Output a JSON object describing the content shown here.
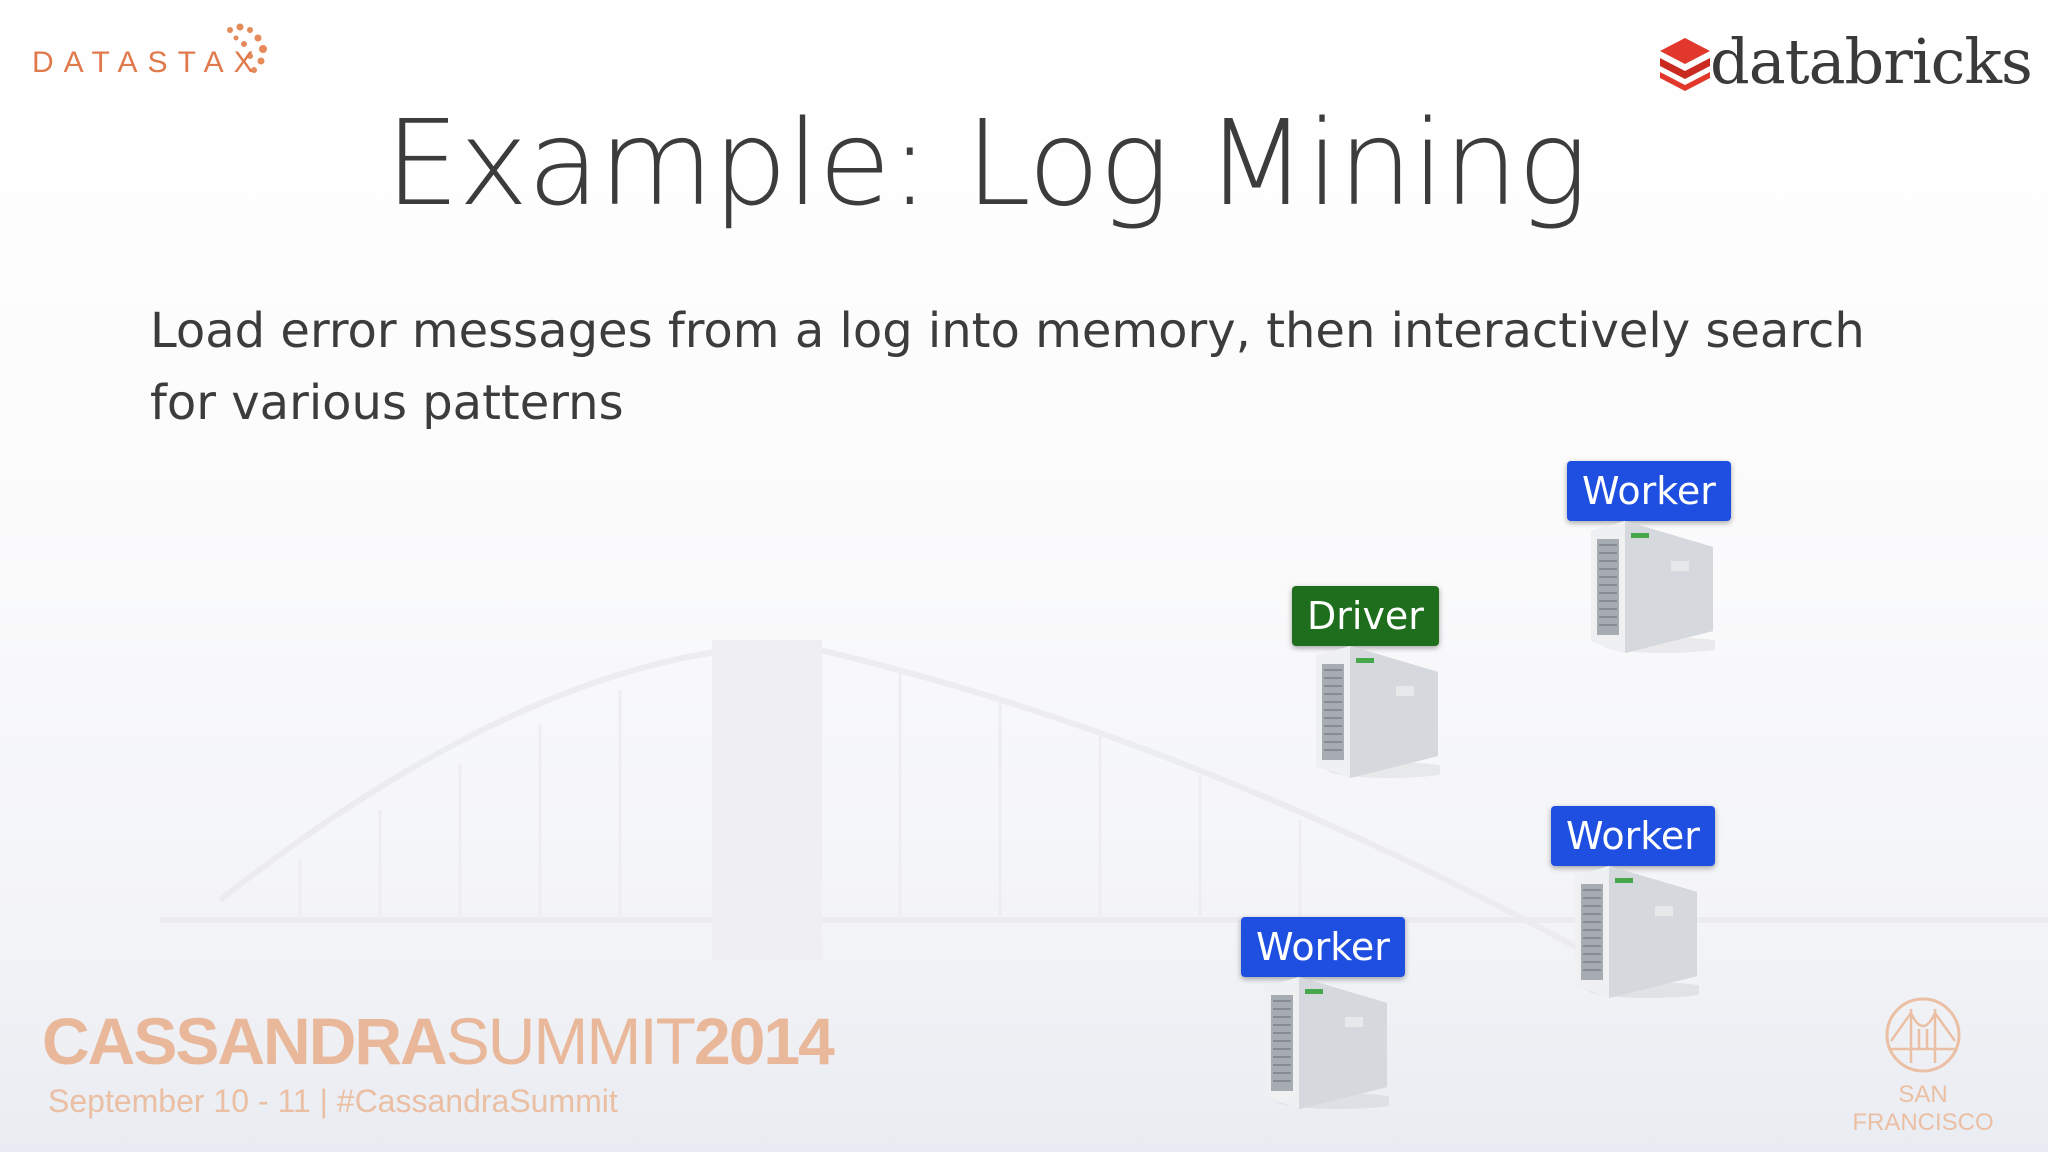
{
  "logos": {
    "datastax": "DATASTAX",
    "databricks": "databricks"
  },
  "slide": {
    "title": "Example: Log Mining",
    "body": "Load error messages from a log into memory, then interactively search for various patterns"
  },
  "diagram": {
    "nodes": [
      {
        "role": "driver",
        "label": "Driver"
      },
      {
        "role": "worker",
        "label": "Worker"
      },
      {
        "role": "worker",
        "label": "Worker"
      },
      {
        "role": "worker",
        "label": "Worker"
      }
    ]
  },
  "footer": {
    "event_bold": "CASSANDRA",
    "event_thin": "SUMMIT",
    "event_year": "2014",
    "event_sub": "September 10 - 11  |  #CassandraSummit",
    "location": "SAN FRANCISCO"
  },
  "colors": {
    "worker": "#1f4fe0",
    "driver": "#1e6e1e",
    "datastax": "#e07a4c",
    "databricks": "#e2372b",
    "summit": "#e9b89a"
  }
}
